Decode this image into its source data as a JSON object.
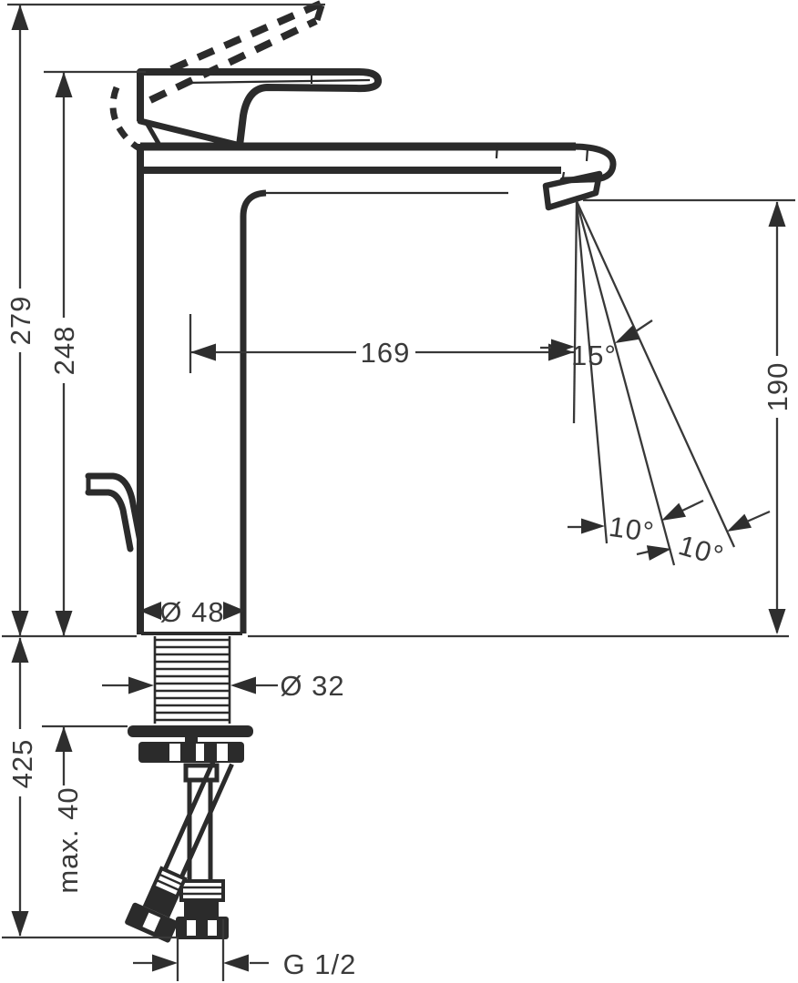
{
  "colors": {
    "ink": "#2b2b2b",
    "dimension": "#383838",
    "text": "#3a3a3a",
    "background": "#ffffff"
  },
  "labels": {
    "overall_height": "279",
    "spout_height": "248",
    "spout_reach": "169",
    "jet_angle": "15°",
    "outlet_height": "190",
    "jet_adjust_left": "10°",
    "jet_adjust_right": "10°",
    "base_diameter": "Ø 48",
    "shank_diameter": "Ø 32",
    "hose_length": "425",
    "max_mounting_thickness": "max. 40",
    "connection_thread": "G 1/2"
  }
}
